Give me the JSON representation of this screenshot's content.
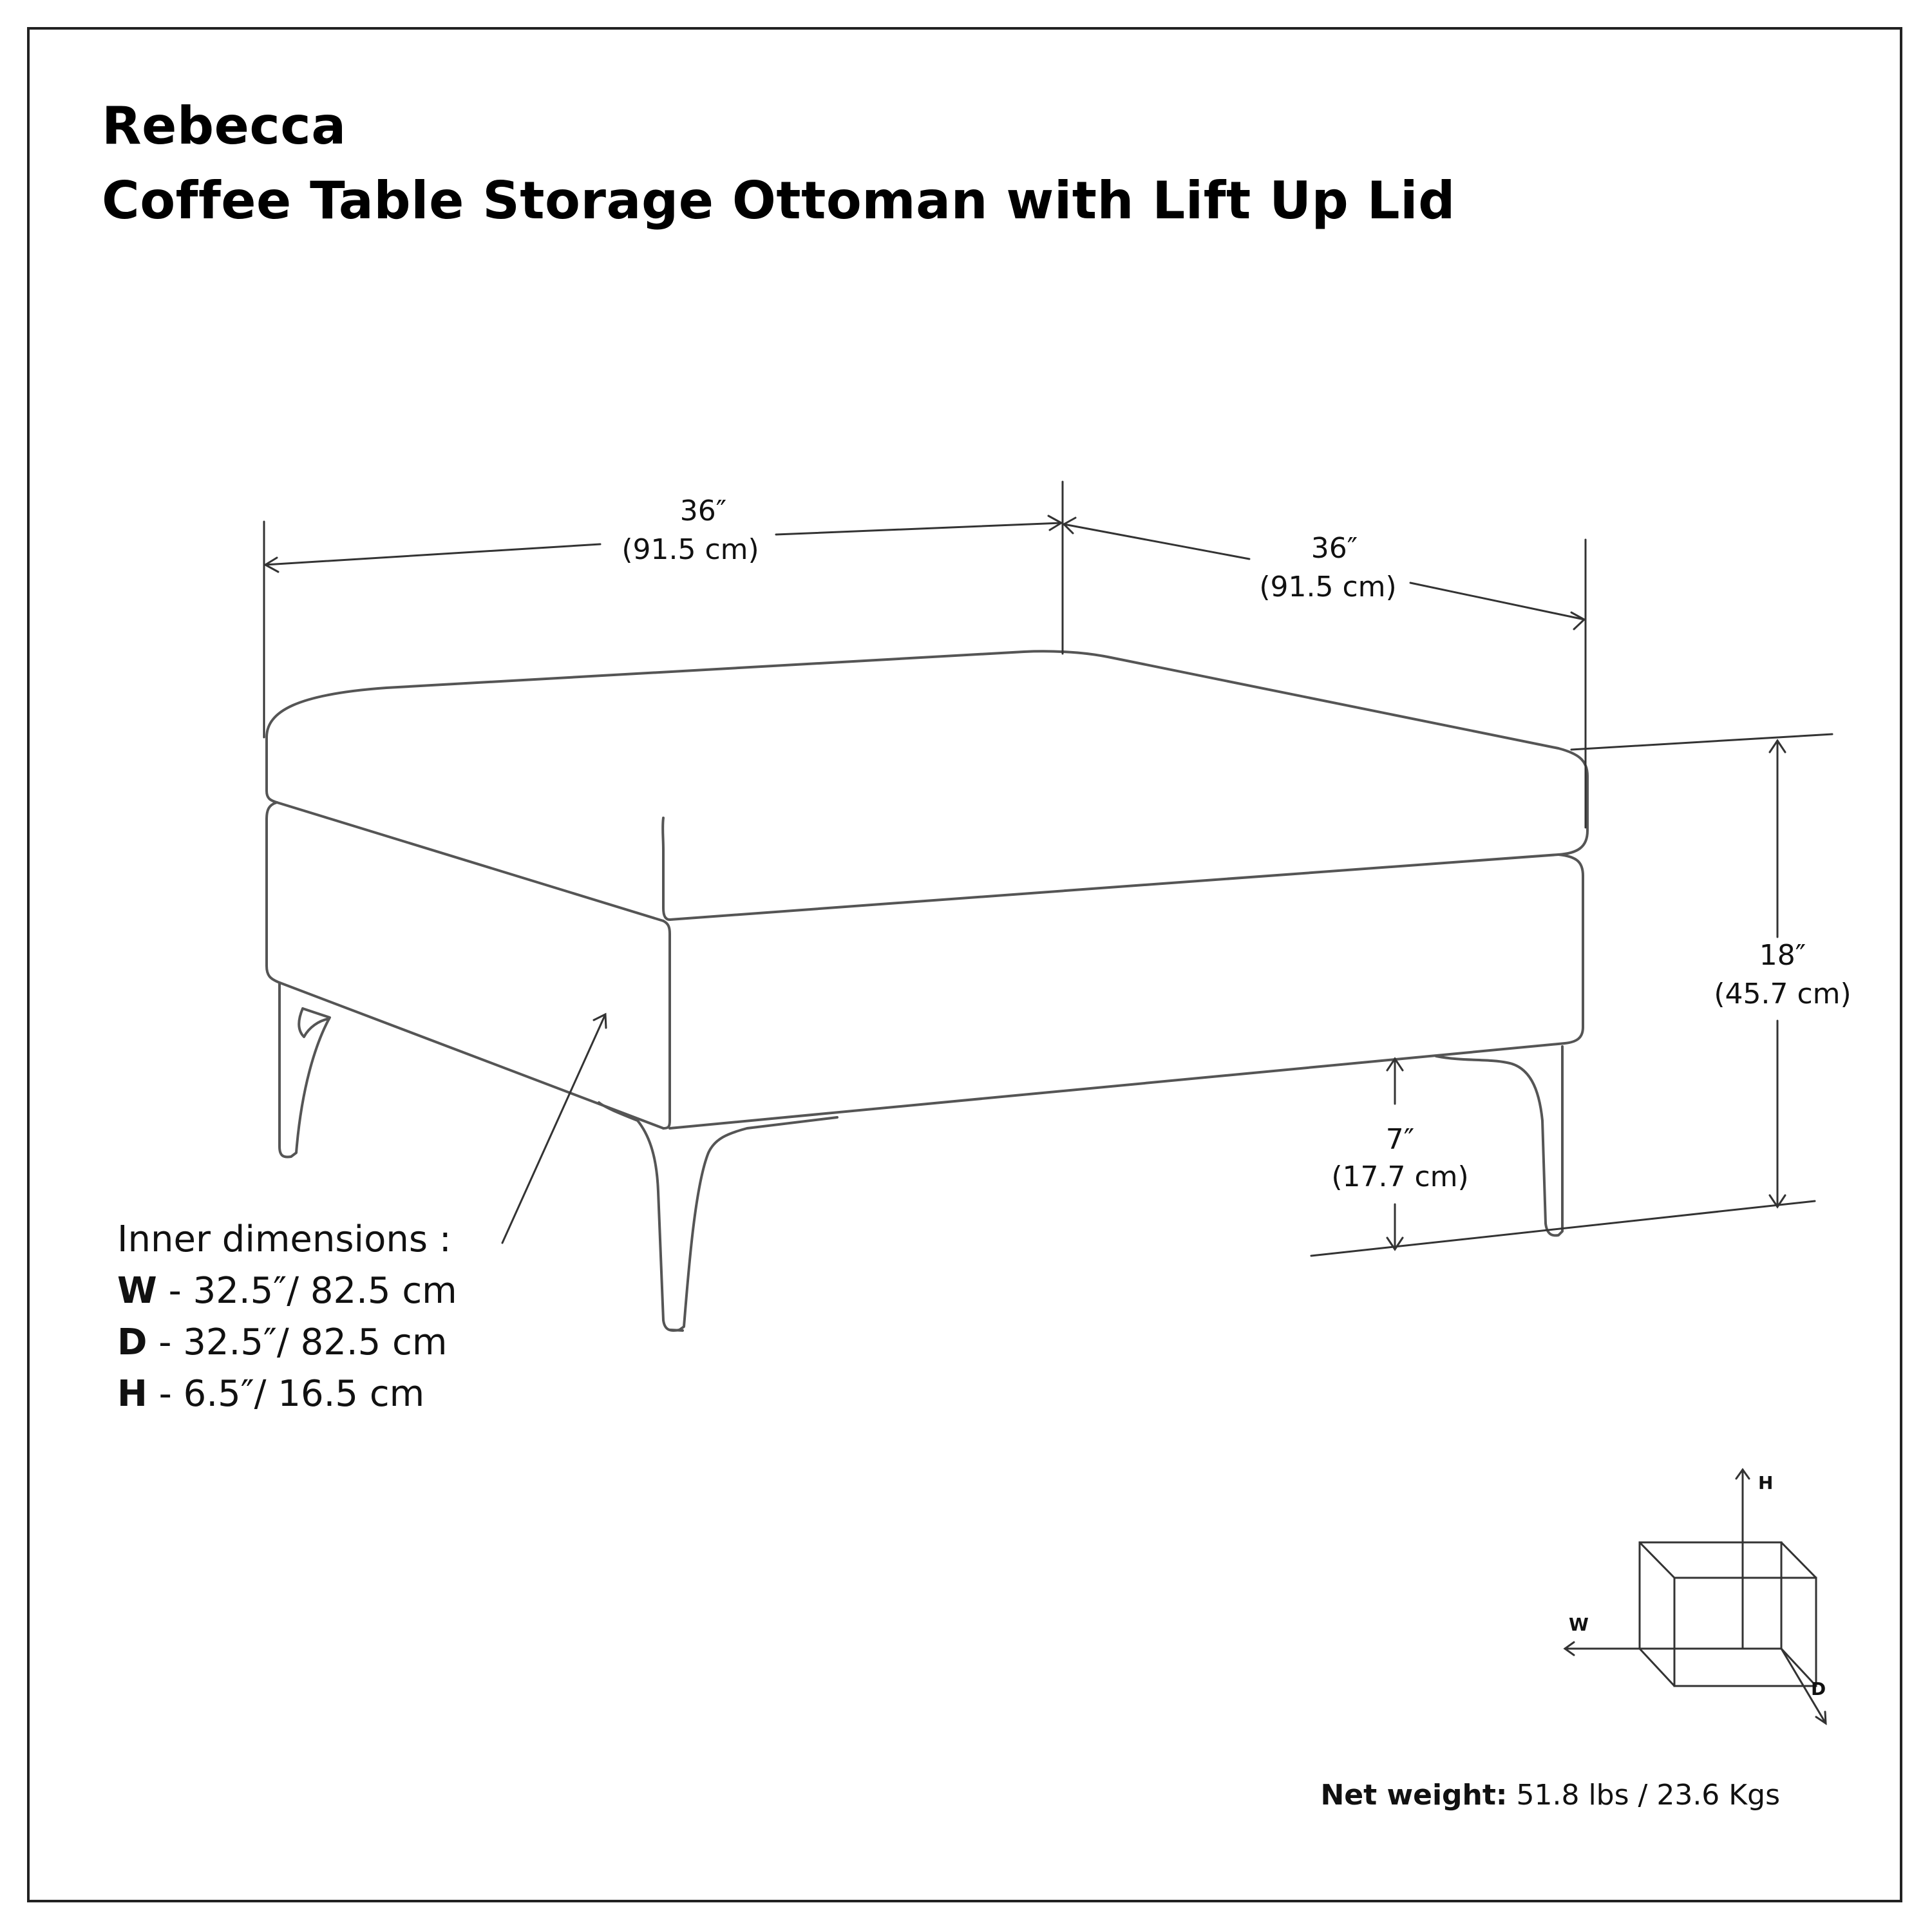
{
  "title": {
    "line1": "Rebecca",
    "line2": "Coffee Table Storage Ottoman with Lift Up Lid"
  },
  "dimensions": {
    "width": {
      "in": "36″",
      "cm": "(91.5 cm)"
    },
    "depth": {
      "in": "36″",
      "cm": "(91.5 cm)"
    },
    "height": {
      "in": "18″",
      "cm": "(45.7 cm)"
    },
    "leg_height": {
      "in": "7″",
      "cm": "(17.7 cm)"
    }
  },
  "inner": {
    "heading": "Inner dimensions :",
    "rows": [
      {
        "key": "W",
        "value": " - 32.5″/ 82.5 cm"
      },
      {
        "key": "D",
        "value": " - 32.5″/ 82.5 cm"
      },
      {
        "key": "H",
        "value": " - 6.5″/ 16.5 cm"
      }
    ]
  },
  "axes": {
    "h": "H",
    "w": "W",
    "d": "D"
  },
  "weight": {
    "label": "Net weight:",
    "value": " 51.8 lbs / 23.6 Kgs"
  }
}
